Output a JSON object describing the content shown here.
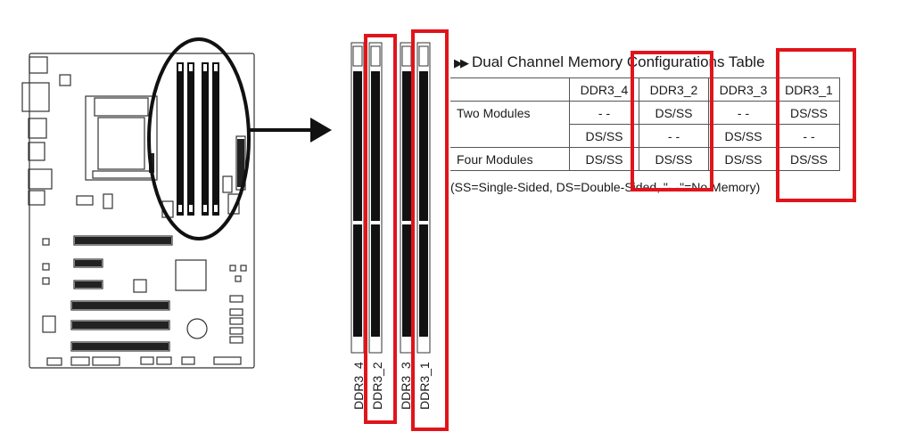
{
  "table": {
    "title": "Dual Channel Memory Configurations Table",
    "title_icon": "double-arrow-icon",
    "columns": [
      "DDR3_4",
      "DDR3_2",
      "DDR3_3",
      "DDR3_1"
    ],
    "rows": [
      {
        "label": "Two Modules",
        "cells": [
          "- -",
          "DS/SS",
          "- -",
          "DS/SS"
        ]
      },
      {
        "label": "",
        "cells": [
          "DS/SS",
          "- -",
          "DS/SS",
          "- -"
        ]
      },
      {
        "label": "Four Modules",
        "cells": [
          "DS/SS",
          "DS/SS",
          "DS/SS",
          "DS/SS"
        ]
      }
    ],
    "note": "(SS=Single-Sided, DS=Double-Sided, \"- -\"=No Memory)"
  },
  "slots": {
    "labels": [
      "DDR3_4",
      "DDR3_2",
      "DDR3_3",
      "DDR3_1"
    ]
  },
  "colors": {
    "highlight": "#e0141b",
    "line": "#1a1a1a"
  }
}
